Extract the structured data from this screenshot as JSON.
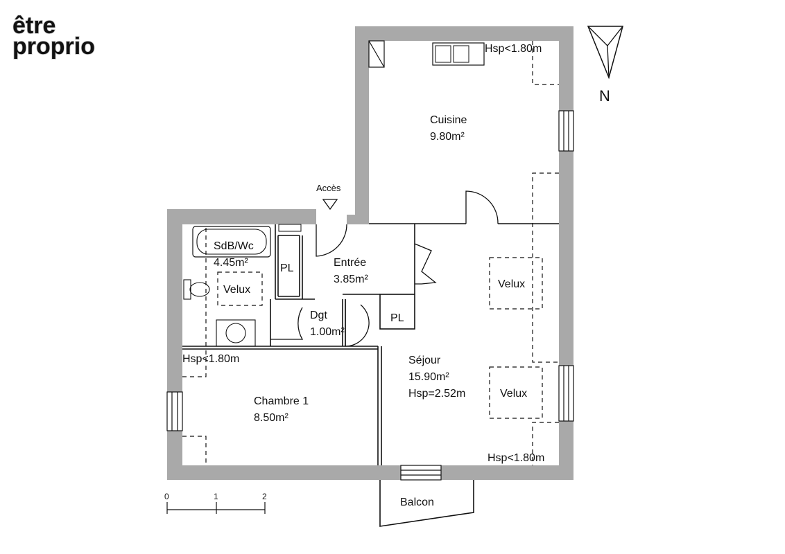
{
  "watermark": {
    "line1": "être",
    "line2": "proprio"
  },
  "compass": {
    "label": "N"
  },
  "access": {
    "label": "Accès"
  },
  "rooms": {
    "cuisine": {
      "name": "Cuisine",
      "area": "9.80m²",
      "hsp": "Hsp<1.80m"
    },
    "sdb": {
      "name": "SdB/Wc",
      "area": "4.45m²",
      "velux": "Velux"
    },
    "entree": {
      "name": "Entrée",
      "area": "3.85m²"
    },
    "dgt": {
      "name": "Dgt",
      "area": "1.00m²"
    },
    "sejour": {
      "name": "Séjour",
      "area": "15.90m²",
      "hsp": "Hsp=2.52m",
      "velux_top": "Velux",
      "velux_bottom": "Velux",
      "hsp_low": "Hsp<1.80m"
    },
    "chambre": {
      "name": "Chambre 1",
      "area": "8.50m²",
      "hsp": "Hsp<1.80m"
    },
    "pl_left": "PL",
    "pl_right": "PL",
    "balcon": "Balcon"
  },
  "scale": {
    "ticks": [
      "0",
      "1",
      "2"
    ]
  }
}
